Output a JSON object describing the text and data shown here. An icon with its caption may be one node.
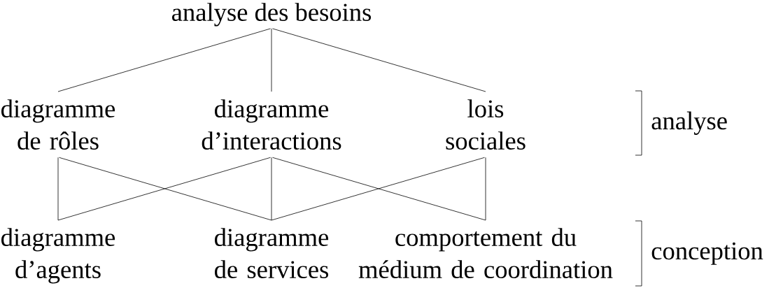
{
  "diagram": {
    "nodes": [
      {
        "text": [
          "analyse des besoins"
        ]
      },
      {
        "text": [
          "diagramme de rôles"
        ]
      },
      {
        "text": [
          "diagramme d’interactions"
        ]
      },
      {
        "text": [
          "lois sociales"
        ]
      },
      {
        "text": [
          "diagramme d’agents"
        ]
      },
      {
        "text": [
          "diagramme de services"
        ]
      },
      {
        "text": [
          "comportement du médium de coordination"
        ]
      }
    ],
    "edges": [
      {
        "from": 0,
        "to": 1,
        "arrow": "none"
      },
      {
        "from": 0,
        "to": 2,
        "arrow": "none"
      },
      {
        "from": 0,
        "to": 3,
        "arrow": "none"
      },
      {
        "from": 1,
        "to": 4,
        "arrow": "none"
      },
      {
        "from": 1,
        "to": 5,
        "arrow": "none"
      },
      {
        "from": 2,
        "to": 4,
        "arrow": "none"
      },
      {
        "from": 2,
        "to": 5,
        "arrow": "none"
      },
      {
        "from": 2,
        "to": 6,
        "arrow": "none"
      },
      {
        "from": 3,
        "to": 5,
        "arrow": "none"
      },
      {
        "from": 3,
        "to": 6,
        "arrow": "none"
      }
    ],
    "labels": [
      "analyse",
      "conception"
    ]
  }
}
